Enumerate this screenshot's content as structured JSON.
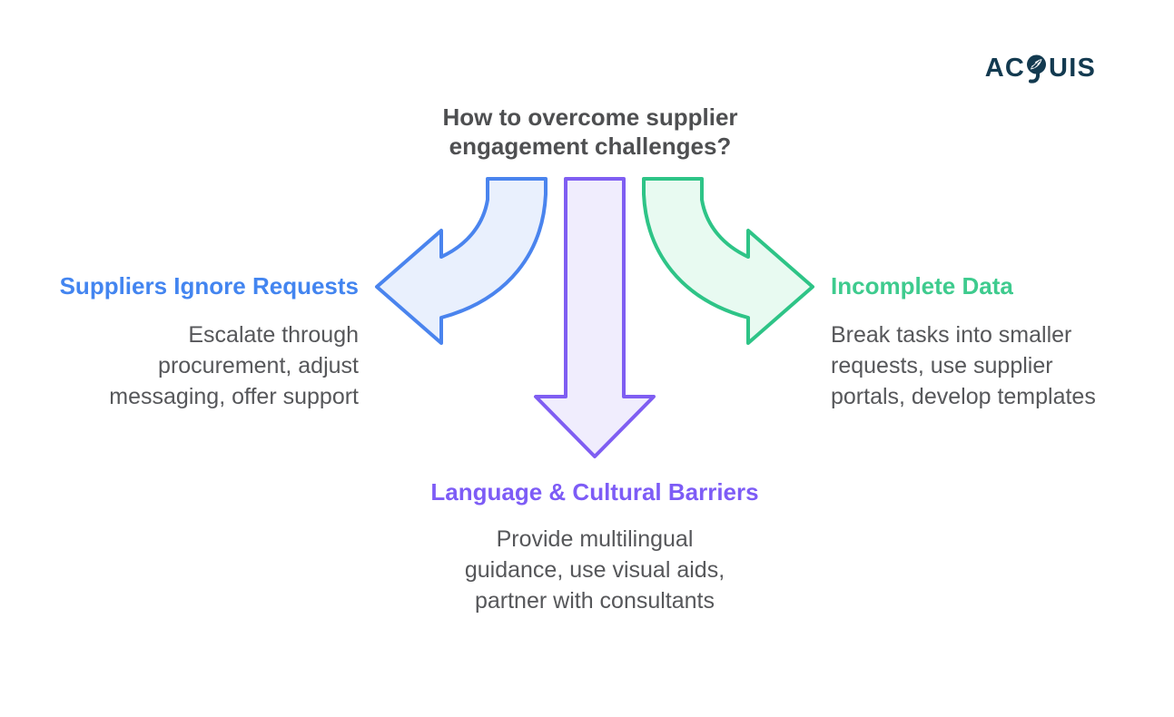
{
  "palette": {
    "background": "#ffffff",
    "title_text": "#4e4f51",
    "body_text": "#56575a",
    "logo_navy": "#133a50",
    "blue": {
      "stroke": "#4a84ee",
      "fill": "#e9f0fd",
      "heading": "#4385f0"
    },
    "purple": {
      "stroke": "#7f5ef2",
      "fill": "#f0edfd",
      "heading": "#7d5cf6"
    },
    "green": {
      "stroke": "#2ec487",
      "fill": "#e8faf1",
      "heading": "#3ecb8e"
    }
  },
  "logo": {
    "full": "ACQUIS",
    "prefix": "AC",
    "suffix": "UIS"
  },
  "title": {
    "lines": [
      "How to overcome supplier",
      "engagement challenges?"
    ]
  },
  "challenges": {
    "left": {
      "heading": "Suppliers Ignore Requests",
      "lines": [
        "Escalate through",
        "procurement, adjust",
        "messaging, offer support"
      ]
    },
    "bottom": {
      "heading": "Language & Cultural Barriers",
      "lines": [
        "Provide multilingual",
        "guidance, use visual aids,",
        "partner with consultants"
      ]
    },
    "right": {
      "heading": "Incomplete Data",
      "lines": [
        "Break tasks into smaller",
        "requests, use supplier",
        "portals, develop templates"
      ]
    }
  }
}
